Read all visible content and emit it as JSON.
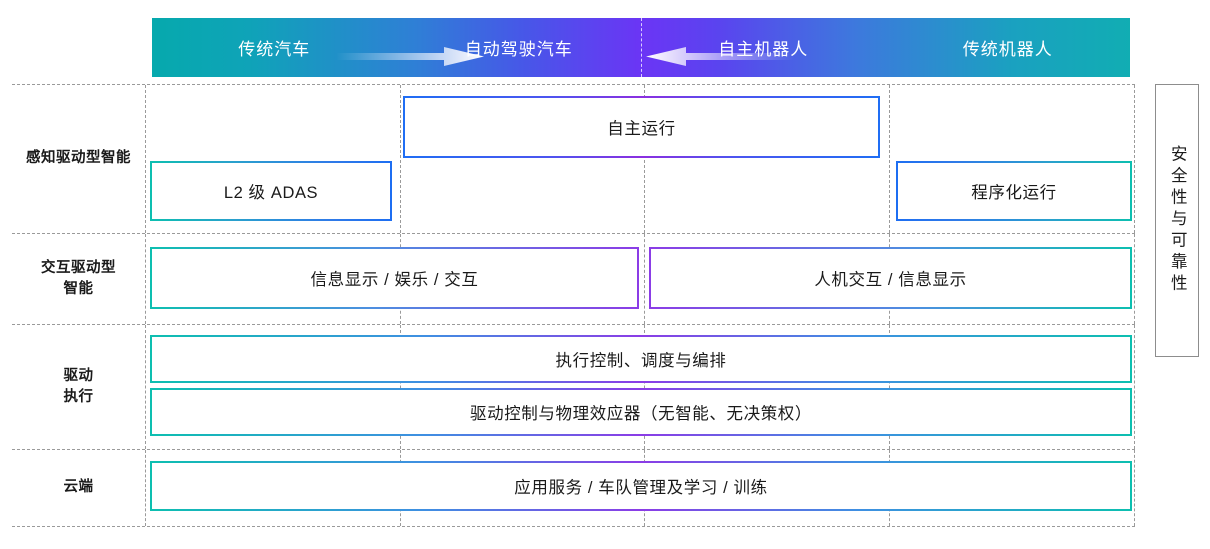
{
  "banner": {
    "segments": [
      {
        "label": "传统汽车"
      },
      {
        "label": "自动驾驶汽车"
      },
      {
        "label": "自主机器人"
      },
      {
        "label": "传统机器人"
      }
    ],
    "arrows": [
      {
        "name": "arrow-right-icon",
        "direction": "right"
      },
      {
        "name": "arrow-left-icon",
        "direction": "left"
      }
    ],
    "gradient": {
      "left_teal": "#06a9ad",
      "center_purple": "#6b35f5",
      "right_teal": "#11adb3"
    }
  },
  "rows": [
    {
      "label": "感知驱动型智能",
      "cards": [
        {
          "text": "自主运行",
          "gradient": "blue-purple-blue"
        },
        {
          "text": "L2 级 ADAS",
          "gradient": "teal-blue"
        },
        {
          "text": "程序化运行",
          "gradient": "blue-teal"
        }
      ]
    },
    {
      "label": "交互驱动型\n智能",
      "cards": [
        {
          "text": "信息显示 / 娱乐 / 交互",
          "gradient": "teal-purple"
        },
        {
          "text": "人机交互 / 信息显示",
          "gradient": "purple-teal"
        }
      ]
    },
    {
      "label": "驱动\n执行",
      "cards": [
        {
          "text": "执行控制、调度与编排",
          "gradient": "teal-purple-teal"
        },
        {
          "text": "驱动控制与物理效应器（无智能、无决策权）",
          "gradient": "teal-purple-teal"
        }
      ]
    },
    {
      "label": "云端",
      "cards": [
        {
          "text": "应用服务 / 车队管理及学习 / 训练",
          "gradient": "teal-purple-teal"
        }
      ]
    }
  ],
  "side_panel": {
    "label": "安全性与可靠性"
  }
}
